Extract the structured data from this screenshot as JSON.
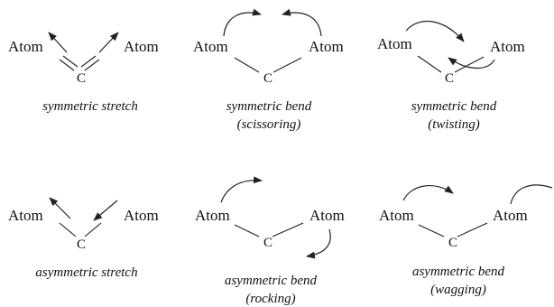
{
  "diagram": {
    "atom_label": "Atom",
    "center_label": "C",
    "modes": [
      {
        "caption": [
          "symmetric stretch"
        ]
      },
      {
        "caption": [
          "symmetric bend",
          "(scissoring)"
        ]
      },
      {
        "caption": [
          "symmetric bend",
          "(twisting)"
        ]
      },
      {
        "caption": [
          "asymmetric stretch"
        ]
      },
      {
        "caption": [
          "asymmetric bend",
          "(rocking)"
        ]
      },
      {
        "caption": [
          "asymmetric bend",
          "(wagging)"
        ]
      }
    ]
  }
}
